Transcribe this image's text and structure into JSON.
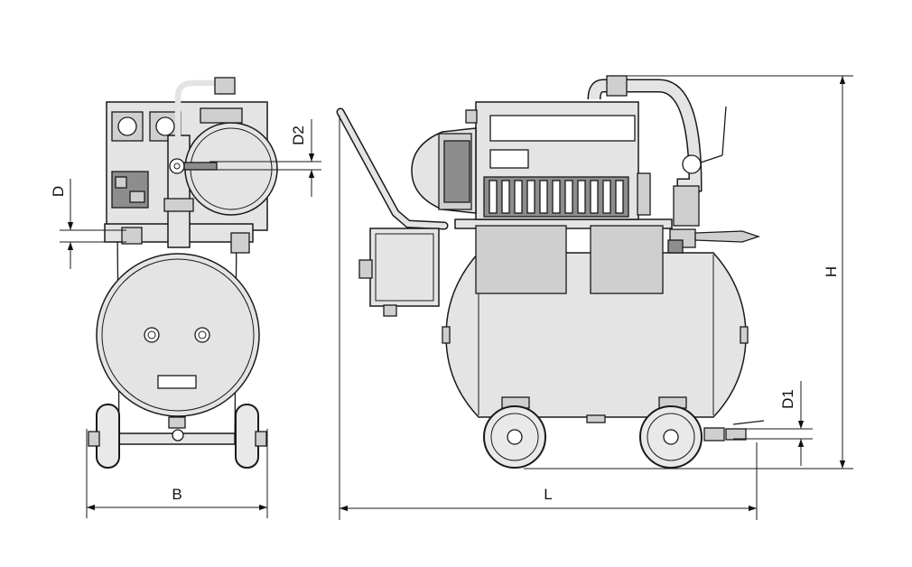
{
  "dimensions": {
    "width_label": "B",
    "length_label": "L",
    "height_label": "H",
    "inlet_label": "D",
    "outlet_label": "D2",
    "drain_label": "D1"
  }
}
